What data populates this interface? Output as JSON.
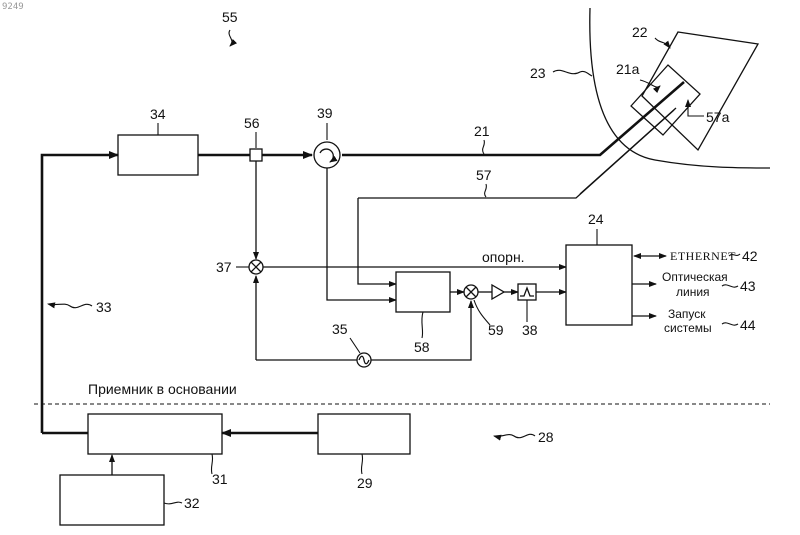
{
  "corner_id": "9249",
  "figure_ref": "55",
  "labels": {
    "n22": "22",
    "n23": "23",
    "n21a": "21a",
    "n57a": "57a",
    "n34": "34",
    "n56": "56",
    "n39": "39",
    "n21": "21",
    "n57": "57",
    "n24": "24",
    "n37": "37",
    "n42": "42",
    "n43": "43",
    "n44": "44",
    "n33": "33",
    "n35": "35",
    "n58": "58",
    "n59": "59",
    "n38": "38",
    "n28": "28",
    "n31": "31",
    "n29": "29",
    "n32": "32"
  },
  "text": {
    "ref_signal": "опорн.",
    "ethernet": "ETHERNET",
    "optical_line_1": "Оптическая",
    "optical_line_2": "линия",
    "system_start_1": "Запуск",
    "system_start_2": "системы",
    "base_receiver": "Приемник в основании"
  }
}
